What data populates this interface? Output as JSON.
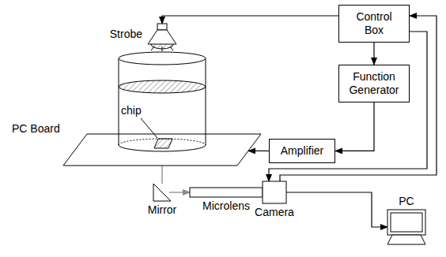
{
  "diagram": {
    "nodes": [
      {
        "text": [
          "Control Box"
        ]
      },
      {
        "text": [
          "Function Generator"
        ]
      },
      {
        "text": [
          "Amplifier"
        ]
      },
      {
        "text": [
          "Strobe"
        ]
      },
      {
        "text": [
          "PC Board"
        ]
      },
      {
        "text": [
          "Mirror"
        ]
      },
      {
        "text": [
          "Microlens"
        ]
      },
      {
        "text": [
          "Camera"
        ]
      },
      {
        "text": [
          "PC"
        ]
      }
    ],
    "edges": [
      {
        "from": 0,
        "to": 3,
        "arrow": "to"
      },
      {
        "from": 0,
        "to": 1,
        "arrow": "to"
      },
      {
        "from": 1,
        "to": 2,
        "arrow": "to"
      },
      {
        "from": 2,
        "to": 4,
        "arrow": "to"
      },
      {
        "from": 4,
        "to": 5,
        "arrow": "none"
      },
      {
        "from": 5,
        "to": 6,
        "arrow": "to"
      },
      {
        "from": 0,
        "to": 7,
        "arrow": "to"
      },
      {
        "from": 7,
        "to": 0,
        "arrow": "to"
      },
      {
        "from": 7,
        "to": 8,
        "arrow": "to"
      }
    ],
    "labels": [
      "chip"
    ]
  }
}
